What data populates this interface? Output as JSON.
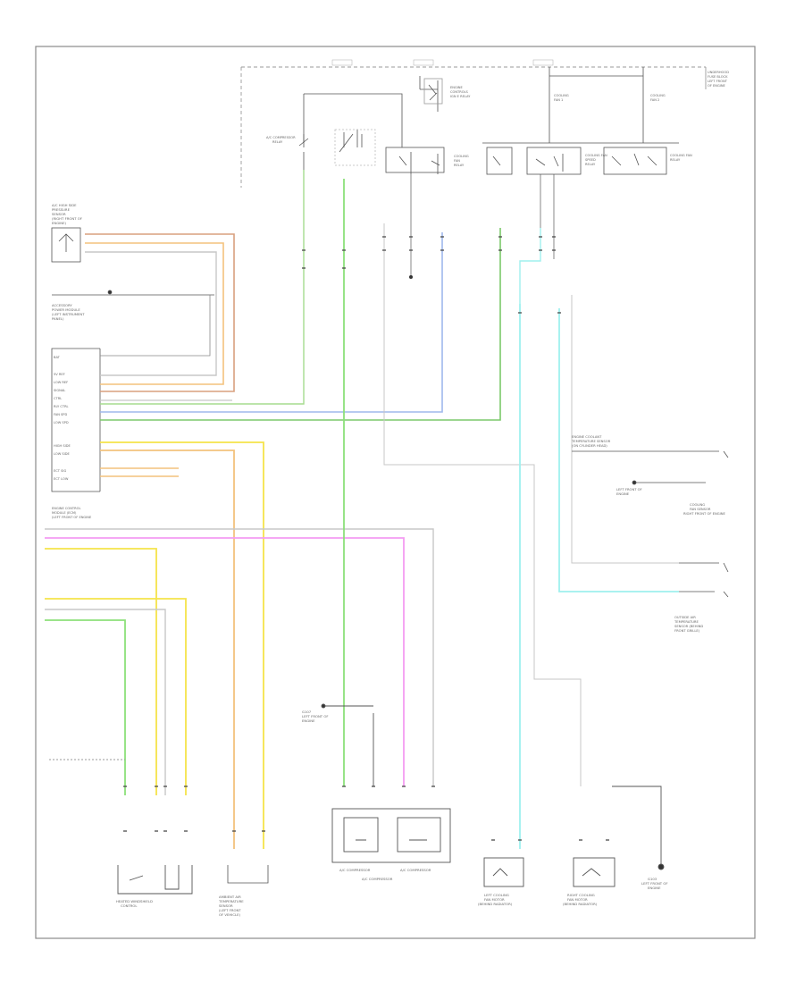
{
  "sheet": {
    "page_marker": ""
  },
  "colors": {
    "frame": "#777777",
    "line": "#555555",
    "light_gray": "#c7c7c7",
    "tan": "#f3c27d",
    "yellow": "#f5e44a",
    "green": "#8de07a",
    "green_dark": "#7cc96b",
    "blue": "#9fb8ec",
    "cyan": "#9ff0ee",
    "pink": "#f49cf2",
    "brown": "#d28a6a",
    "orange": "#f3b65a"
  },
  "components": {
    "pressure_sensor": "A/C Refrigerant Pressure Sensor",
    "apm": "",
    "ecm": "Engine Control Module",
    "compressor_relay": "A/C Compressor Relay",
    "cooling_fan_relays": "Cooling Fan Relays",
    "compressor": "A/C Compressor",
    "thermistor": "",
    "fan_motor_left": "Left Cooling Fan Motor",
    "fan_motor_right": "Right Cooling Fan Motor",
    "coolant_temp_sensor": "",
    "ambient_sensor": "",
    "underhood_fuse_block": "",
    "ground_left": "",
    "ground_right": ""
  }
}
